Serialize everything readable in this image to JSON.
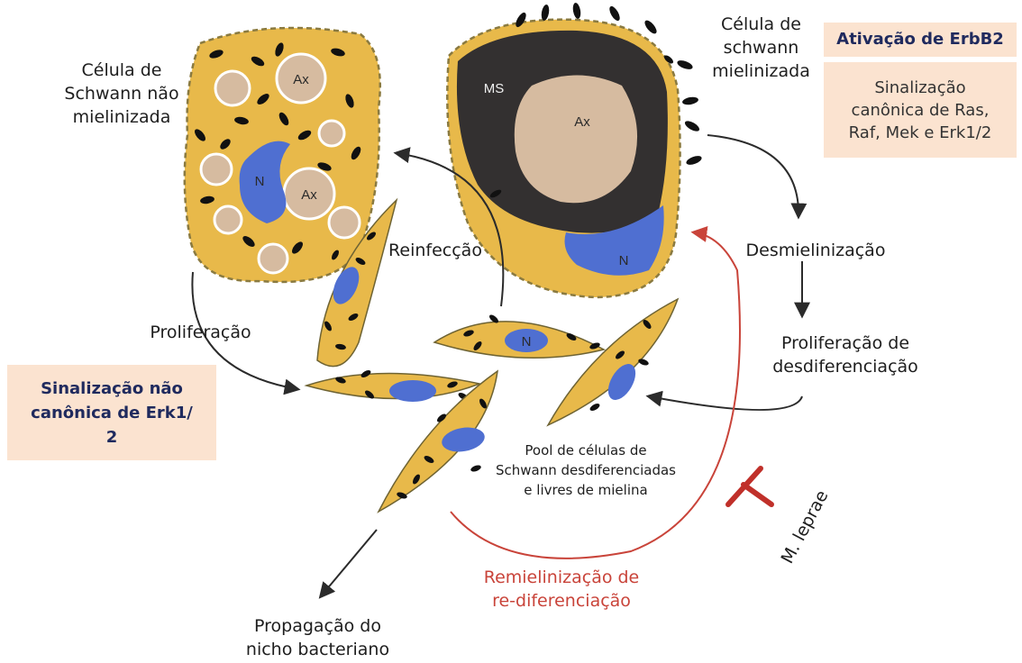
{
  "labels": {
    "nonmyelinated_cell": "Célula de\nSchwann não\nmielinizada",
    "myelinated_cell": "Célula de\nschwann\nmielinizada",
    "reinfection": "Reinfecção",
    "proliferation": "Proliferação",
    "demyelination": "Desmielinização",
    "dediff_proliferation": "Proliferação de\ndesdiferenciação",
    "pool": "Pool de células de\nSchwann desdiferenciadas\ne livres de mielina",
    "propagation": "Propagação do\nnicho bacteriano",
    "remyelination": "Remielinização de\nre-diferenciação",
    "m_leprae": "M. leprae"
  },
  "boxes": {
    "erbb2": "Ativação de ErbB2",
    "canonical": "Sinalização\ncanônica de Ras,\nRaf, Mek e Erk1/2",
    "noncanonical": "Sinalização não\ncanônica de Erk1/\n2"
  },
  "cell_marks": {
    "axon": "Ax",
    "nucleus": "N",
    "myelin_sheath": "MS"
  },
  "colors": {
    "cytoplasm": "#e8b94a",
    "nucleus": "#4f6fd1",
    "axon": "#d6bba0",
    "myelin": "#333030",
    "box_fill": "#fbe3d0",
    "box_text": "#1f2a5e",
    "remyelination": "#c9443a"
  }
}
